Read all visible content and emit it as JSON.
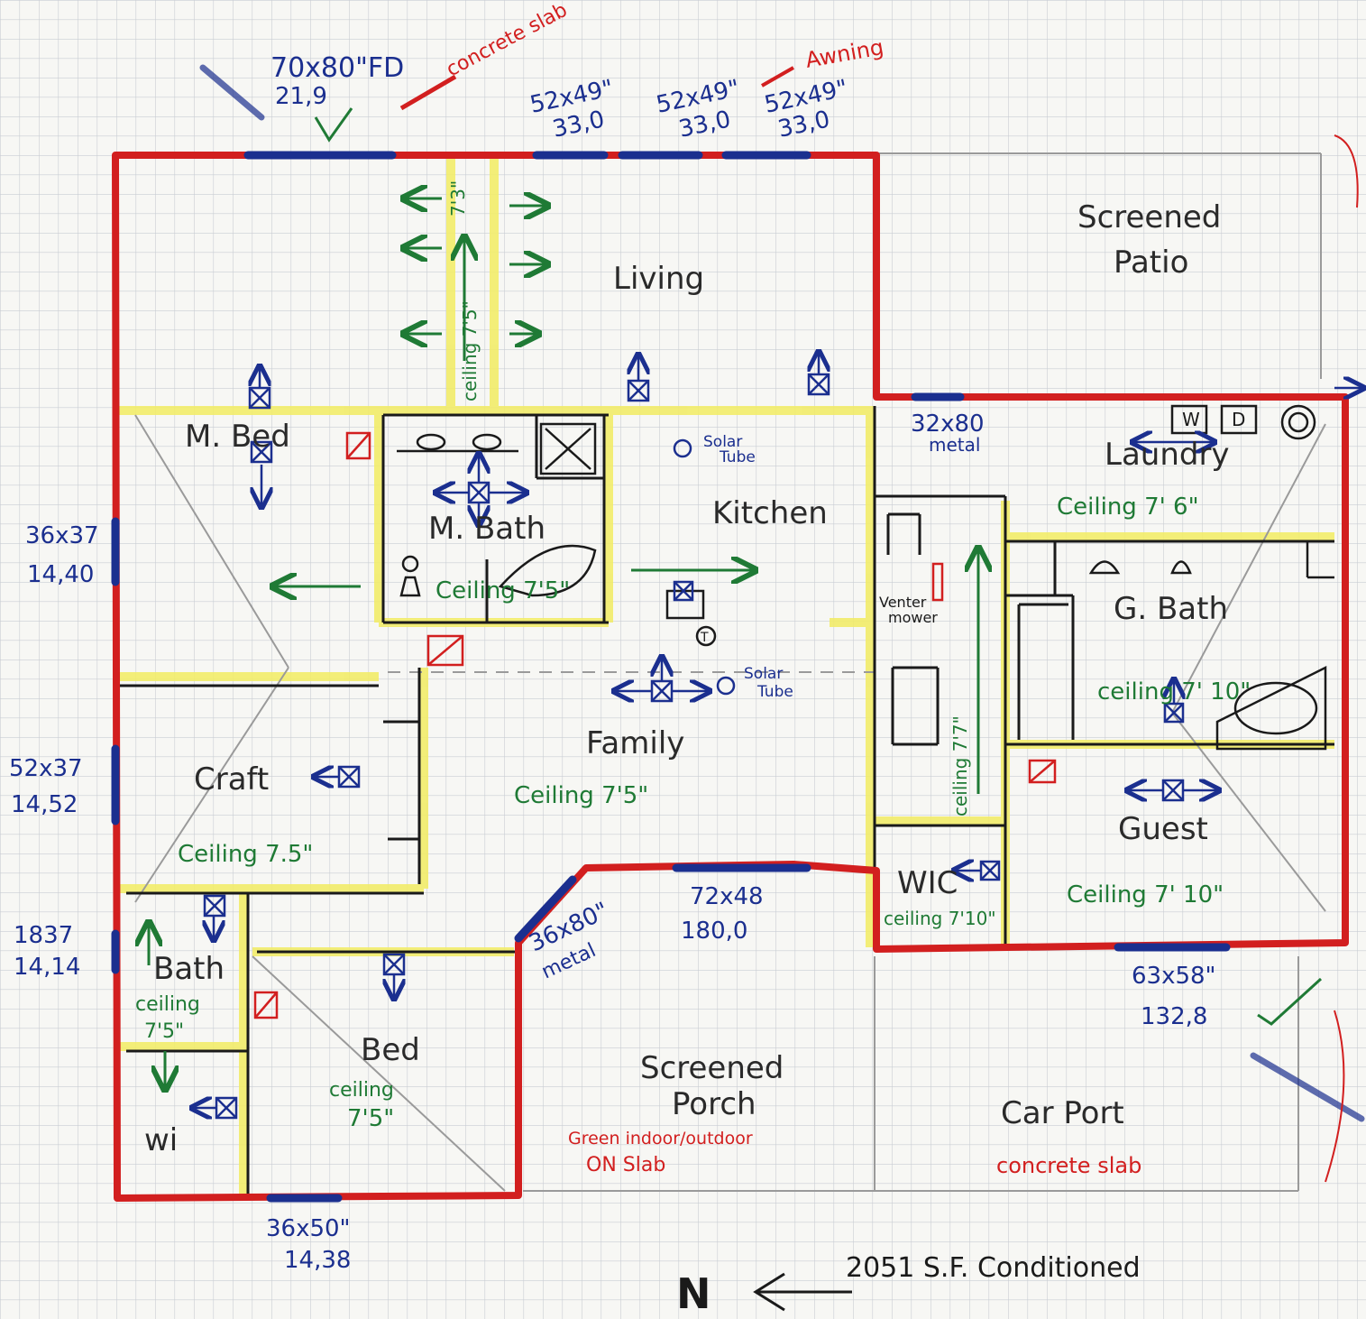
{
  "colors": {
    "exterior_wall": "#d21f1f",
    "interior_wall": "#1a1a1a",
    "highlight": "#f2ec6a",
    "window": "#1b2f8f",
    "note_green": "#1f7a35",
    "note_blue": "#1b2f8f",
    "grid": "#c9cdd3"
  },
  "rooms": {
    "living": "Living",
    "screened_patio_1": "Screened",
    "screened_patio_2": "Patio",
    "m_bed": "M. Bed",
    "m_bath": "M. Bath",
    "kitchen": "Kitchen",
    "laundry": "Laundry",
    "g_bath": "G. Bath",
    "craft": "Craft",
    "family": "Family",
    "guest": "Guest",
    "wic": "WIC",
    "bath": "Bath",
    "wi": "wi",
    "bed": "Bed",
    "screened_porch_1": "Screened",
    "screened_porch_2": "Porch",
    "carport": "Car Port"
  },
  "ceilings": {
    "m_bath": "Ceiling 7'5\"",
    "laundry": "Ceiling 7' 6\"",
    "g_bath": "ceiling 7' 10\"",
    "family": "Ceiling 7'5\"",
    "craft": "Ceiling 7.5\"",
    "guest": "Ceiling 7' 10\"",
    "wic": "ceiling 7'10\"",
    "bath_1": "ceiling",
    "bath_2": "7'5\"",
    "bed_1": "ceiling",
    "bed_2": "7'5\"",
    "hall_vertical": "ceiling 7'5\"",
    "hall_vertical_2": "ceiling 7'7\"",
    "living_top": "7'3\""
  },
  "windows": {
    "fd_1": "70x80\"FD",
    "fd_2": "21,9",
    "w1_1": "52x49\"",
    "w1_2": "33,0",
    "w2_1": "52x49\"",
    "w2_2": "33,0",
    "w3_1": "52x49\"",
    "w3_2": "33,0",
    "w_left1_1": "36x37",
    "w_left1_2": "14,40",
    "w_left2_1": "52x37",
    "w_left2_2": "14,52",
    "w_left3_1": "1837",
    "w_left3_2": "14,14",
    "w_bed_1": "36x50\"",
    "w_bed_2": "14,38",
    "w_porch_1": "72x48",
    "w_porch_2": "180,0",
    "w_guest_1": "63x58\"",
    "w_guest_2": "132,8",
    "door_metal_1": "32x80",
    "door_metal_1b": "metal",
    "door_metal_2": "36x80\"",
    "door_metal_2b": "metal"
  },
  "notes": {
    "concrete_slab_top": "concrete slab",
    "awning": "Awning",
    "solar_tube_1_a": "Solar",
    "solar_tube_1_b": "Tube",
    "solar_tube_2_a": "Solar",
    "solar_tube_2_b": "Tube",
    "vent_1": "Venter",
    "vent_2": "mower",
    "porch_note_1": "Green indoor/outdoor",
    "porch_note_2": "ON Slab",
    "carport_note": "concrete slab",
    "compass": "N",
    "area": "2051 S.F. Conditioned"
  },
  "appliances": {
    "washer": "W",
    "dryer": "D",
    "timer": "T"
  }
}
